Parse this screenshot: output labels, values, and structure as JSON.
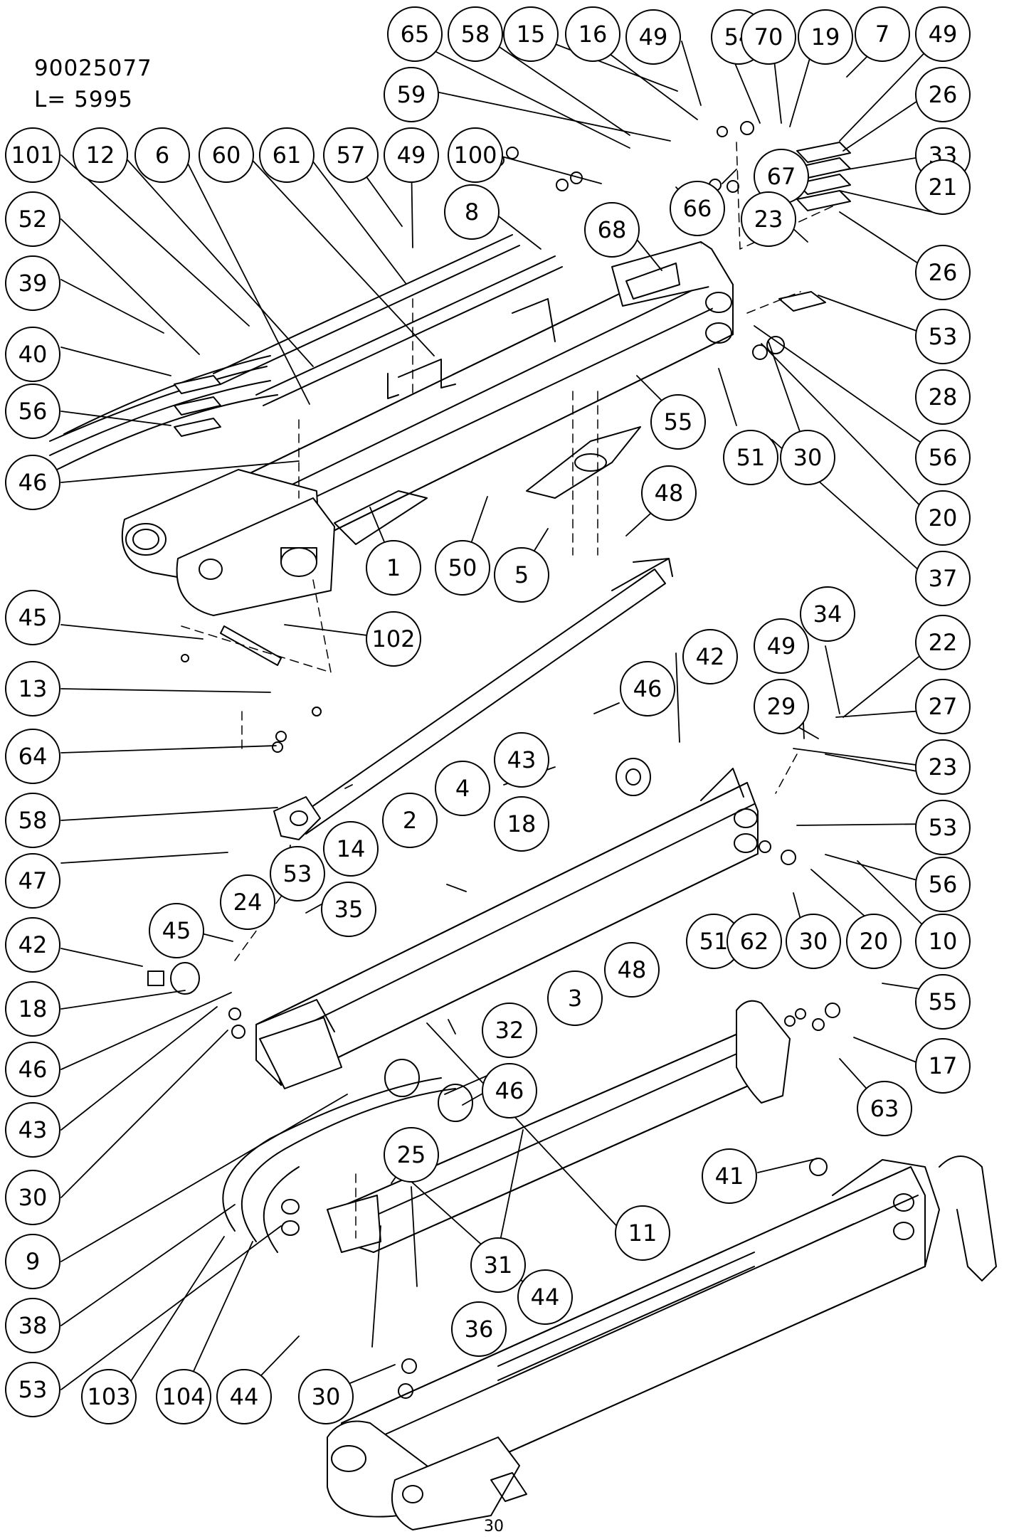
{
  "header": {
    "part_number": "90025077",
    "length_label": "L= 5995"
  },
  "page_number": "30",
  "callouts": [
    {
      "id": "c65",
      "label": "65"
    },
    {
      "id": "c58a",
      "label": "58"
    },
    {
      "id": "c15",
      "label": "15"
    },
    {
      "id": "c16",
      "label": "16"
    },
    {
      "id": "c49a",
      "label": "49"
    },
    {
      "id": "c54",
      "label": "54"
    },
    {
      "id": "c70",
      "label": "70"
    },
    {
      "id": "c19",
      "label": "19"
    },
    {
      "id": "c7",
      "label": "7"
    },
    {
      "id": "c49b",
      "label": "49"
    },
    {
      "id": "c59",
      "label": "59"
    },
    {
      "id": "c26a",
      "label": "26"
    },
    {
      "id": "c101",
      "label": "101"
    },
    {
      "id": "c12",
      "label": "12"
    },
    {
      "id": "c6",
      "label": "6"
    },
    {
      "id": "c60",
      "label": "60"
    },
    {
      "id": "c61",
      "label": "61"
    },
    {
      "id": "c57",
      "label": "57"
    },
    {
      "id": "c49c",
      "label": "49"
    },
    {
      "id": "c100",
      "label": "100"
    },
    {
      "id": "c33",
      "label": "33"
    },
    {
      "id": "c67",
      "label": "67"
    },
    {
      "id": "c66",
      "label": "66"
    },
    {
      "id": "c21",
      "label": "21"
    },
    {
      "id": "c52",
      "label": "52"
    },
    {
      "id": "c8",
      "label": "8"
    },
    {
      "id": "c68",
      "label": "68"
    },
    {
      "id": "c23a",
      "label": "23"
    },
    {
      "id": "c26b",
      "label": "26"
    },
    {
      "id": "c39",
      "label": "39"
    },
    {
      "id": "c53a",
      "label": "53"
    },
    {
      "id": "c40",
      "label": "40"
    },
    {
      "id": "c28",
      "label": "28"
    },
    {
      "id": "c56a",
      "label": "56"
    },
    {
      "id": "c55a",
      "label": "55"
    },
    {
      "id": "c51a",
      "label": "51"
    },
    {
      "id": "c30a",
      "label": "30"
    },
    {
      "id": "c56b",
      "label": "56"
    },
    {
      "id": "c46a",
      "label": "46"
    },
    {
      "id": "c48a",
      "label": "48"
    },
    {
      "id": "c20a",
      "label": "20"
    },
    {
      "id": "c1",
      "label": "1"
    },
    {
      "id": "c50",
      "label": "50"
    },
    {
      "id": "c5",
      "label": "5"
    },
    {
      "id": "c37",
      "label": "37"
    },
    {
      "id": "c45a",
      "label": "45"
    },
    {
      "id": "c102",
      "label": "102"
    },
    {
      "id": "c34",
      "label": "34"
    },
    {
      "id": "c22",
      "label": "22"
    },
    {
      "id": "c42a",
      "label": "42"
    },
    {
      "id": "c49d",
      "label": "49"
    },
    {
      "id": "c46b",
      "label": "46"
    },
    {
      "id": "c29",
      "label": "29"
    },
    {
      "id": "c27",
      "label": "27"
    },
    {
      "id": "c13",
      "label": "13"
    },
    {
      "id": "c43a",
      "label": "43"
    },
    {
      "id": "c64",
      "label": "64"
    },
    {
      "id": "c23b",
      "label": "23"
    },
    {
      "id": "c4",
      "label": "4"
    },
    {
      "id": "c18a",
      "label": "18"
    },
    {
      "id": "c53b",
      "label": "53"
    },
    {
      "id": "c58b",
      "label": "58"
    },
    {
      "id": "c2",
      "label": "2"
    },
    {
      "id": "c14",
      "label": "14"
    },
    {
      "id": "c56c",
      "label": "56"
    },
    {
      "id": "c47",
      "label": "47"
    },
    {
      "id": "c53c",
      "label": "53"
    },
    {
      "id": "c24",
      "label": "24"
    },
    {
      "id": "c35",
      "label": "35"
    },
    {
      "id": "c51b",
      "label": "51"
    },
    {
      "id": "c62",
      "label": "62"
    },
    {
      "id": "c30b",
      "label": "30"
    },
    {
      "id": "c20b",
      "label": "20"
    },
    {
      "id": "c10",
      "label": "10"
    },
    {
      "id": "c42b",
      "label": "42"
    },
    {
      "id": "c45b",
      "label": "45"
    },
    {
      "id": "c48b",
      "label": "48"
    },
    {
      "id": "c3",
      "label": "3"
    },
    {
      "id": "c55b",
      "label": "55"
    },
    {
      "id": "c18b",
      "label": "18"
    },
    {
      "id": "c17",
      "label": "17"
    },
    {
      "id": "c46c",
      "label": "46"
    },
    {
      "id": "c32",
      "label": "32"
    },
    {
      "id": "c43b",
      "label": "43"
    },
    {
      "id": "c63",
      "label": "63"
    },
    {
      "id": "c46d",
      "label": "46"
    },
    {
      "id": "c30c",
      "label": "30"
    },
    {
      "id": "c25",
      "label": "25"
    },
    {
      "id": "c9",
      "label": "9"
    },
    {
      "id": "c41",
      "label": "41"
    },
    {
      "id": "c11",
      "label": "11"
    },
    {
      "id": "c31",
      "label": "31"
    },
    {
      "id": "c38",
      "label": "38"
    },
    {
      "id": "c44a",
      "label": "44"
    },
    {
      "id": "c36",
      "label": "36"
    },
    {
      "id": "c53d",
      "label": "53"
    },
    {
      "id": "c103",
      "label": "103"
    },
    {
      "id": "c104",
      "label": "104"
    },
    {
      "id": "c44b",
      "label": "44"
    },
    {
      "id": "c30d",
      "label": "30"
    }
  ]
}
